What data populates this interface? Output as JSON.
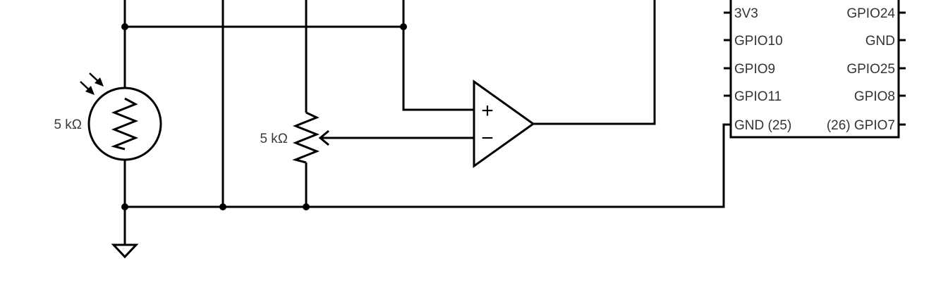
{
  "components": {
    "photoresistor": {
      "value_label": "5 kΩ"
    },
    "potentiometer": {
      "value_label": "5 kΩ"
    },
    "comparator": {
      "plus_label": "+",
      "minus_label": "−"
    }
  },
  "header": {
    "left_pins": [
      "3V3",
      "GPIO10",
      "GPIO9",
      "GPIO11",
      "GND (25)"
    ],
    "right_pins": [
      "GPIO24",
      "GND",
      "GPIO25",
      "GPIO8",
      "(26) GPIO7"
    ]
  },
  "colors": {
    "wire": "#000000",
    "label": "#3b3b3b",
    "background": "#ffffff"
  }
}
